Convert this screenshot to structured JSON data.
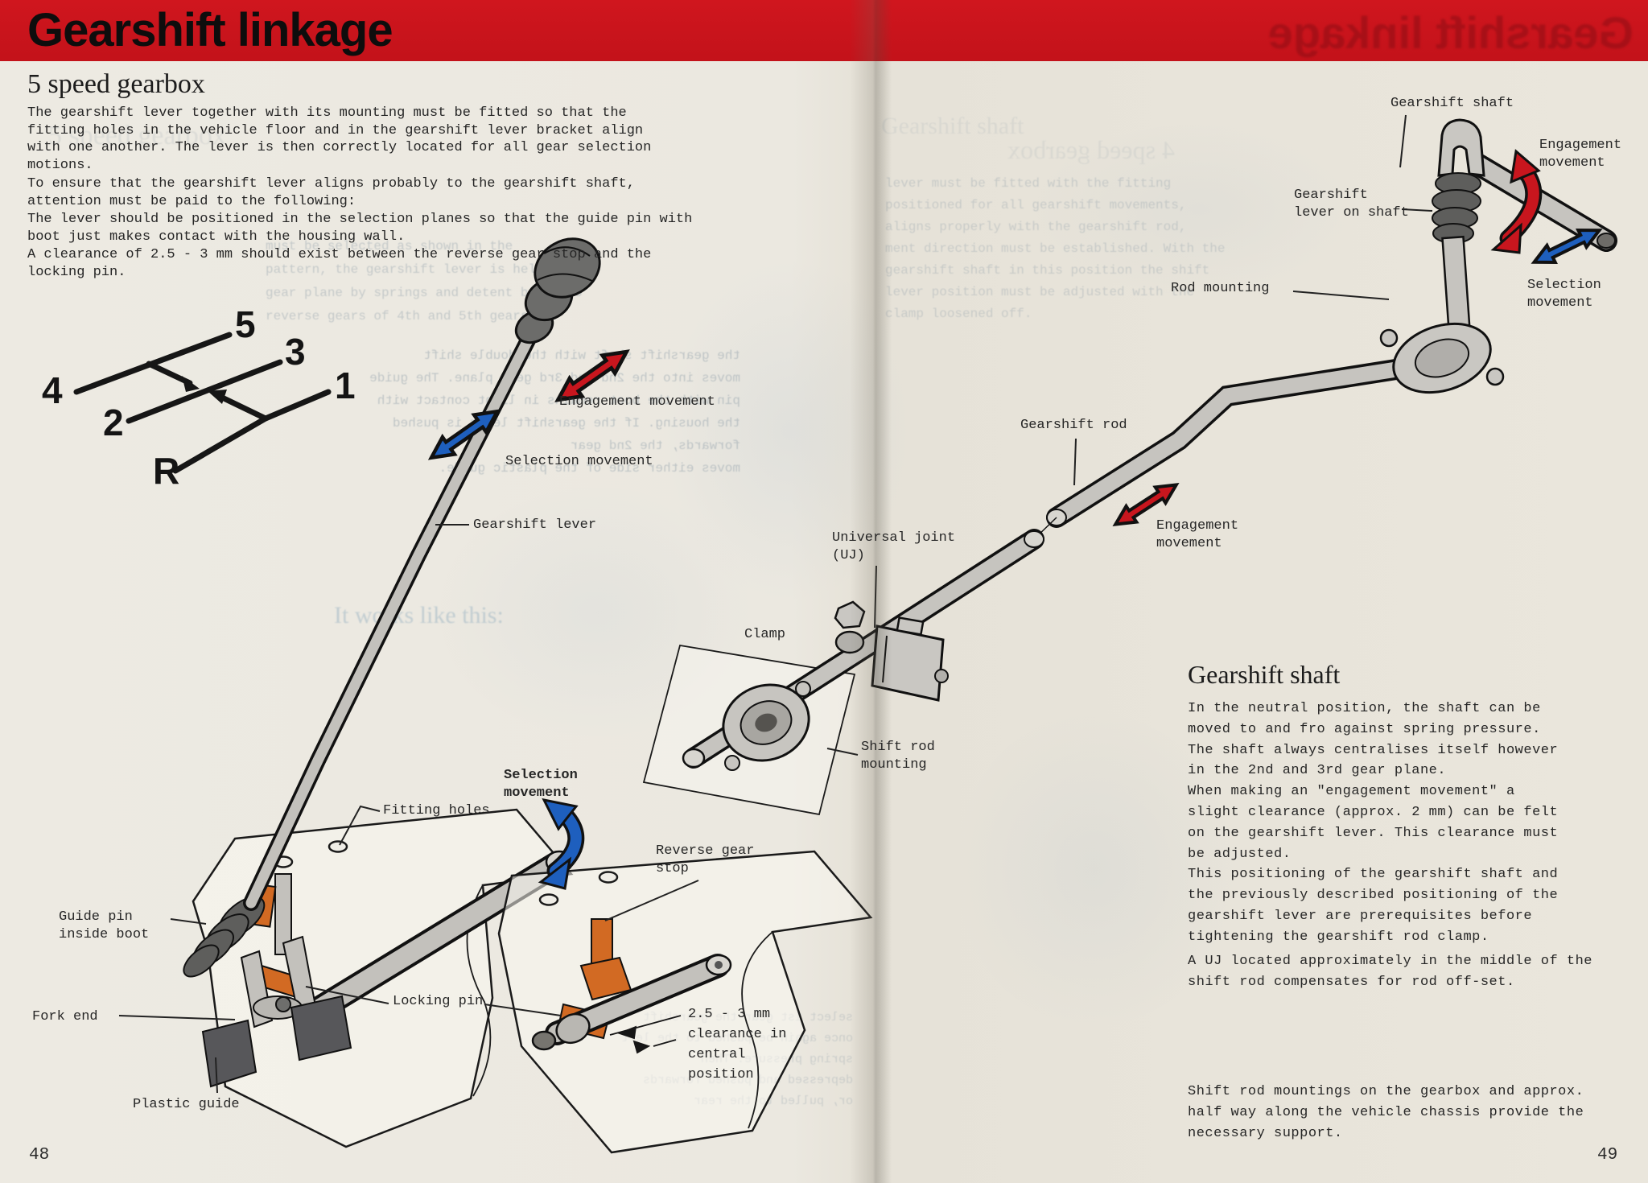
{
  "header": {
    "title": "Gearshift linkage"
  },
  "colors": {
    "red_bar": "#c8151d",
    "arrow_red": "#c8161e",
    "arrow_blue": "#1e5fbe",
    "orange_part": "#d26a23",
    "paper": "#eae7df"
  },
  "left": {
    "heading": "5 speed gearbox",
    "paragraphs": {
      "p1": "The gearshift lever together with its mounting must be fitted so that the\nfitting holes in the vehicle floor and in the gearshift lever bracket align\nwith one another. The lever is then correctly located for all gear selection\nmotions.",
      "p2": "To ensure that the gearshift lever aligns probably to the gearshift shaft,\nattention must be paid to the following:",
      "p3": "The lever should be positioned in the selection planes so that the guide pin with\nboot just makes contact with the housing wall.",
      "p4": "A clearance of 2.5 - 3 mm should exist between the reverse gear stop and the\nlocking pin."
    },
    "gear_pattern": {
      "n5": "5",
      "n3": "3",
      "n1": "1",
      "n4": "4",
      "n2": "2",
      "nr": "R"
    },
    "labels": {
      "engagement": "Engagement movement",
      "selection": "Selection movement",
      "lever": "Gearshift lever",
      "fitting_holes": "Fitting holes",
      "selection_bold": "Selection\nmovement",
      "reverse_stop": "Reverse gear\nstop",
      "guide_pin": "Guide pin\ninside boot",
      "fork_end": "Fork end",
      "locking_pin": "Locking pin",
      "plastic_guide": "Plastic guide",
      "clearance": "2.5 - 3 mm\nclearance in\ncentral\nposition"
    },
    "page_number": "48"
  },
  "right": {
    "labels": {
      "shaft_top": "Gearshift shaft",
      "engagement_top": "Engagement\nmovement",
      "lever_on_shaft": "Gearshift\nlever on shaft",
      "selection_top": "Selection\nmovement",
      "rod_mounting": "Rod mounting",
      "rod": "Gearshift rod",
      "engagement_mid": "Engagement\nmovement",
      "universal_joint": "Universal joint\n(UJ)",
      "clamp": "Clamp",
      "shift_rod_mounting": "Shift rod\nmounting"
    },
    "section": {
      "heading": "Gearshift shaft",
      "p1": "In the neutral position, the shaft can be\nmoved to and fro against spring pressure.\nThe shaft always centralises itself however\nin the 2nd and 3rd gear plane.\nWhen making an \"engagement movement\" a\nslight clearance (approx. 2 mm) can be felt\non the gearshift lever. This clearance must\nbe adjusted.\nThis positioning of the gearshift shaft and\nthe previously described positioning of the\ngearshift lever are prerequisites before\ntightening the gearshift rod clamp.",
      "p2": "A UJ located approximately in the middle of the\nshift rod compensates for rod off-set.",
      "p3": "Shift rod mountings on the gearbox and approx.\nhalf way along the vehicle chassis provide the\nnecessary support."
    },
    "page_number": "49"
  },
  "ghosts": {
    "red_bar_title": "Gearshift linkage",
    "heading_left": "5 speed gearbox",
    "block_left_top": "must be selected as shown in the\npattern, the gearshift lever is held in\ngear plane by springs and detent ball. To\nreverse gears of 4th and 5th gears",
    "block_left_mid": "the gearshift shaft with the double shift\nmoves into the 2nd and 3rd gear plane. The guide\npin with the boot remains in light contact with\nthe housing. If the gearshift lever is pushed\nforwards, the 2nd gear\nmoves either side of the plastic guide.",
    "works_like": "It works like this:",
    "block_left_bottom": "select 1st gear the gearshift\nonce again be pushed to the left\nspring pressure. Then\ndepressed and pushed forwards\nor, pulled to the rear",
    "heading_right": "Gearshift shaft",
    "heading_right_mirrored": "4 speed gearbox",
    "block_right_top": "lever must be fitted with the fitting\npositioned for all gearshift movements,\naligns properly with the gearshift rod,\nment direction must be established. With the\ngearshift shaft in this position the shift\nlever position must be adjusted with the\nclamp loosened off."
  }
}
